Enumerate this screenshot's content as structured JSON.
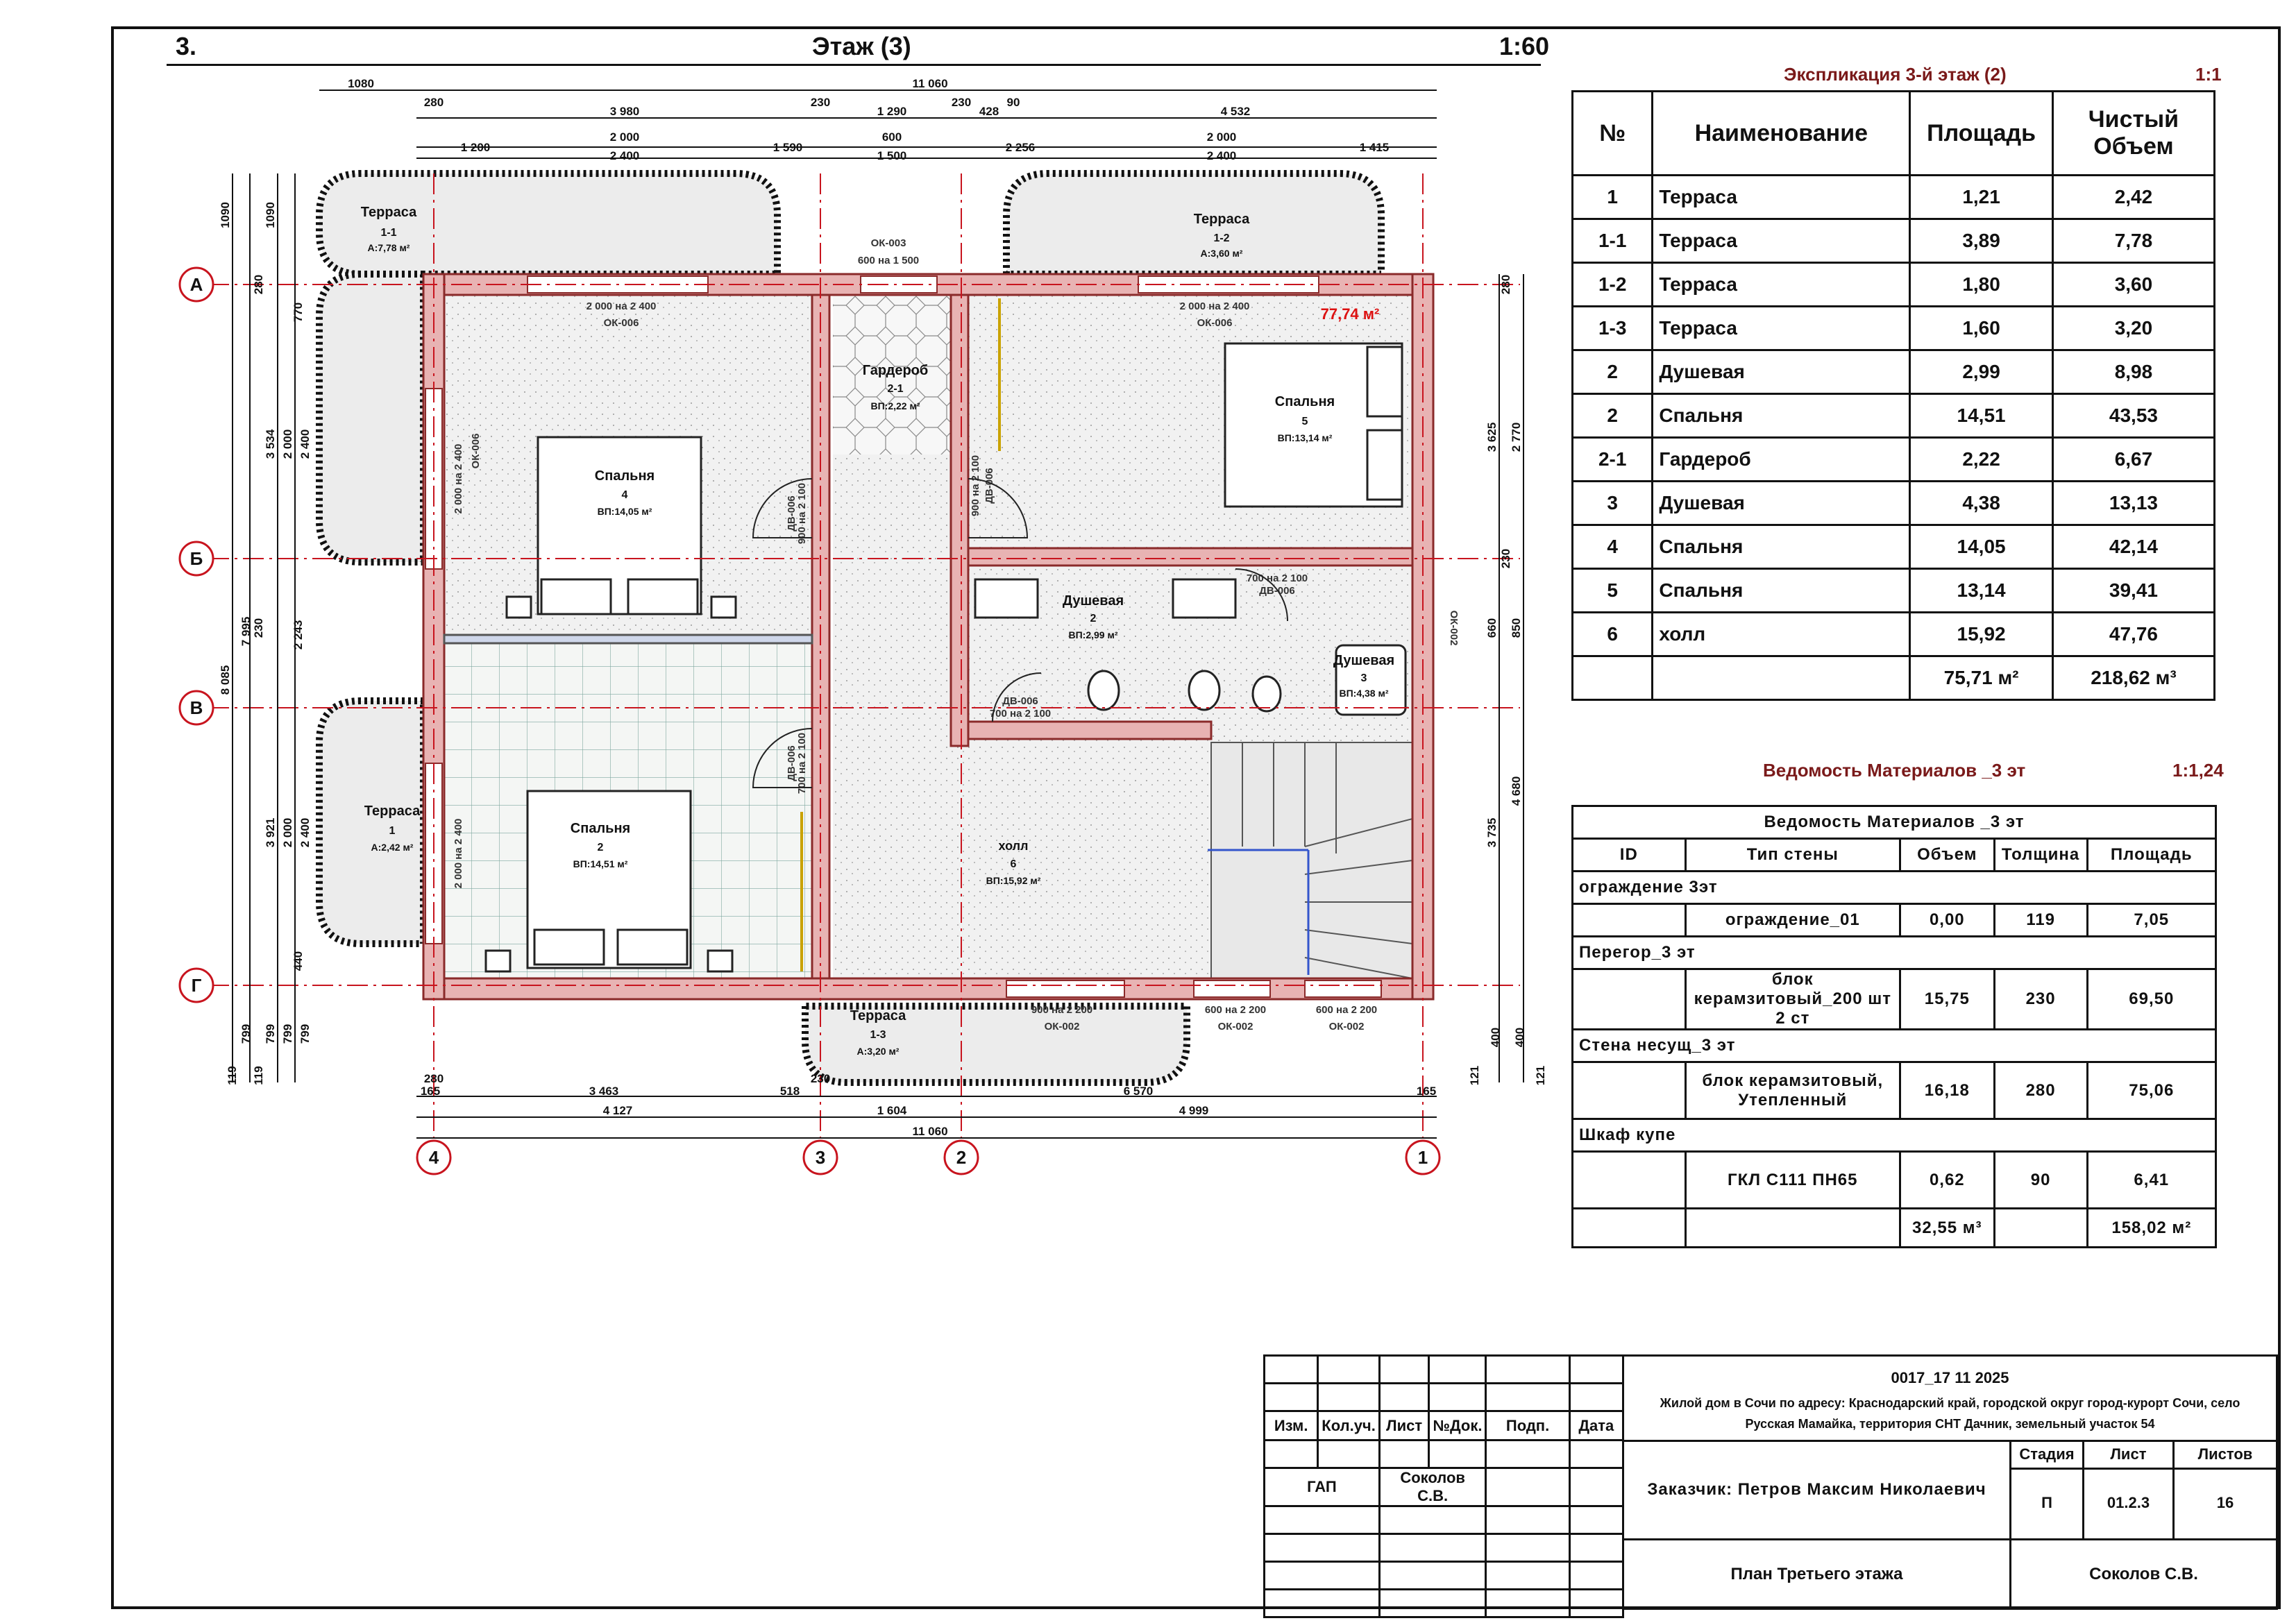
{
  "header": {
    "sheet_no": "3.",
    "floor": "Этаж (3)",
    "scale": "1:60"
  },
  "plan": {
    "dims_top": {
      "row0": [
        "1080",
        "11 060"
      ],
      "row1": [
        "280",
        "3 980",
        "230",
        "1 290",
        "230",
        "428",
        "90",
        "4 532"
      ],
      "row2": [
        "1 200",
        "2 000",
        "1 590",
        "600",
        "2 256",
        "2 000",
        "1 415"
      ],
      "row3": [
        "2 400",
        "1 500",
        "2 400"
      ]
    },
    "dims_bottom": {
      "row1": [
        "280",
        "165",
        "3 463",
        "518",
        "230",
        "6 570",
        "165"
      ],
      "row2": [
        "4 127",
        "1 604",
        "4 999"
      ],
      "row3": [
        "11 060"
      ]
    },
    "dims_left": [
      "1090",
      "1090",
      "280",
      "770",
      "3 534",
      "2 000",
      "2 400",
      "8 085",
      "7 995",
      "230",
      "2 243",
      "3 921",
      "2 000",
      "2 400",
      "440",
      "799",
      "799",
      "799",
      "799",
      "119",
      "119"
    ],
    "dims_right": [
      "280",
      "3 625",
      "2 770",
      "230",
      "660",
      "850",
      "4 680",
      "3 735",
      "121",
      "121",
      "400",
      "400"
    ],
    "axes_rows": [
      "А",
      "Б",
      "В",
      "Г"
    ],
    "axes_cols": [
      "4",
      "3",
      "2",
      "1"
    ],
    "rooms": [
      {
        "name": "Терраса",
        "num": "1-1",
        "area": "А:7,78 м²"
      },
      {
        "name": "Терраса",
        "num": "1-2",
        "area": "А:3,60 м²"
      },
      {
        "name": "Терраса",
        "num": "1",
        "area": "А:2,42 м²"
      },
      {
        "name": "Терраса",
        "num": "1-3",
        "area": "А:3,20 м²"
      },
      {
        "name": "Гардероб",
        "num": "2-1",
        "area": "ВП:2,22 м²"
      },
      {
        "name": "Спальня",
        "num": "4",
        "area": "ВП:14,05 м²"
      },
      {
        "name": "Спальня",
        "num": "5",
        "area": "ВП:13,14 м²"
      },
      {
        "name": "Спальня",
        "num": "2",
        "area": "ВП:14,51 м²"
      },
      {
        "name": "Душевая",
        "num": "2",
        "area": "ВП:2,99 м²"
      },
      {
        "name": "Душевая",
        "num": "3",
        "area": "ВП:4,38 м²"
      },
      {
        "name": "холл",
        "num": "6",
        "area": "ВП:15,92 м²"
      }
    ],
    "total_area_label": "77,74 м²",
    "openings": {
      "ok003": "ОК-003",
      "ok003_size": "600 на 1 500",
      "ok006": "ОК-006",
      "ok006_size": "2 000 на 2 400",
      "ok002": "ОК-002",
      "ok002_a": "900 на 2 200",
      "ok002_b": "600 на 2 200",
      "ok002_c": "600 на 2 200",
      "dv006": "ДВ-006",
      "dv_a": "900 на 2 100",
      "dv_b": "700 на 2 100",
      "ok002v": "ОК-002"
    }
  },
  "explication": {
    "title": "Экспликация 3-й этаж (2)",
    "scale": "1:1",
    "headers": [
      "№",
      "Наименование",
      "Площадь",
      "Чистый Объем"
    ],
    "rows": [
      [
        "1",
        "Терраса",
        "1,21",
        "2,42"
      ],
      [
        "1-1",
        "Терраса",
        "3,89",
        "7,78"
      ],
      [
        "1-2",
        "Терраса",
        "1,80",
        "3,60"
      ],
      [
        "1-3",
        "Терраса",
        "1,60",
        "3,20"
      ],
      [
        "2",
        "Душевая",
        "2,99",
        "8,98"
      ],
      [
        "2",
        "Спальня",
        "14,51",
        "43,53"
      ],
      [
        "2-1",
        "Гардероб",
        "2,22",
        "6,67"
      ],
      [
        "3",
        "Душевая",
        "4,38",
        "13,13"
      ],
      [
        "4",
        "Спальня",
        "14,05",
        "42,14"
      ],
      [
        "5",
        "Спальня",
        "13,14",
        "39,41"
      ],
      [
        "6",
        "холл",
        "15,92",
        "47,76"
      ]
    ],
    "total": [
      "",
      "",
      "75,71 м²",
      "218,62 м³"
    ]
  },
  "materials": {
    "title": "Ведомость Материалов _3 эт",
    "scale": "1:1,24",
    "table_title": "Ведомость Материалов _3 эт",
    "headers": [
      "ID",
      "Тип стены",
      "Объем",
      "Толщина",
      "Площадь"
    ],
    "groups": [
      {
        "name": "ограждение 3эт",
        "row": [
          "",
          "ограждение_01",
          "0,00",
          "119",
          "7,05"
        ]
      },
      {
        "name": "Перегор_3 эт",
        "row": [
          "",
          "блок керамзитовый_200 шт 2 ст",
          "15,75",
          "230",
          "69,50"
        ]
      },
      {
        "name": "Стена несущ_3 эт",
        "row": [
          "",
          "блок керамзитовый, Утепленный",
          "16,18",
          "280",
          "75,06"
        ]
      },
      {
        "name": "Шкаф купе",
        "row": [
          "",
          "ГКЛ С111 ПН65",
          "0,62",
          "90",
          "6,41"
        ]
      }
    ],
    "total": [
      "",
      "",
      "32,55 м³",
      "",
      "158,02 м²"
    ]
  },
  "stamp": {
    "code": "0017_17 11 2025",
    "address": "Жилой дом в Сочи по адресу: Краснодарский край, городской округ город-курорт Сочи, село Русская Мамайка, территория СНТ Дачник, земельный участок 54",
    "col_headers": [
      "Изм.",
      "Кол.уч.",
      "Лист",
      "№Док.",
      "Подп.",
      "Дата"
    ],
    "role": "ГАП",
    "person": "Соколов С.В.",
    "customer": "Заказчик: Петров Максим Николаевич",
    "stage_h": "Стадия",
    "sheet_h": "Лист",
    "sheets_h": "Листов",
    "stage": "П",
    "sheet": "01.2.3",
    "sheets": "16",
    "drawing_title": "План Третьего этажа",
    "author": "Соколов С.В."
  },
  "colors": {
    "wall": "#e8b3b3",
    "wall_stroke": "#8a2a2a",
    "axis": "#c8141e",
    "title_red": "#7a1a1a"
  }
}
